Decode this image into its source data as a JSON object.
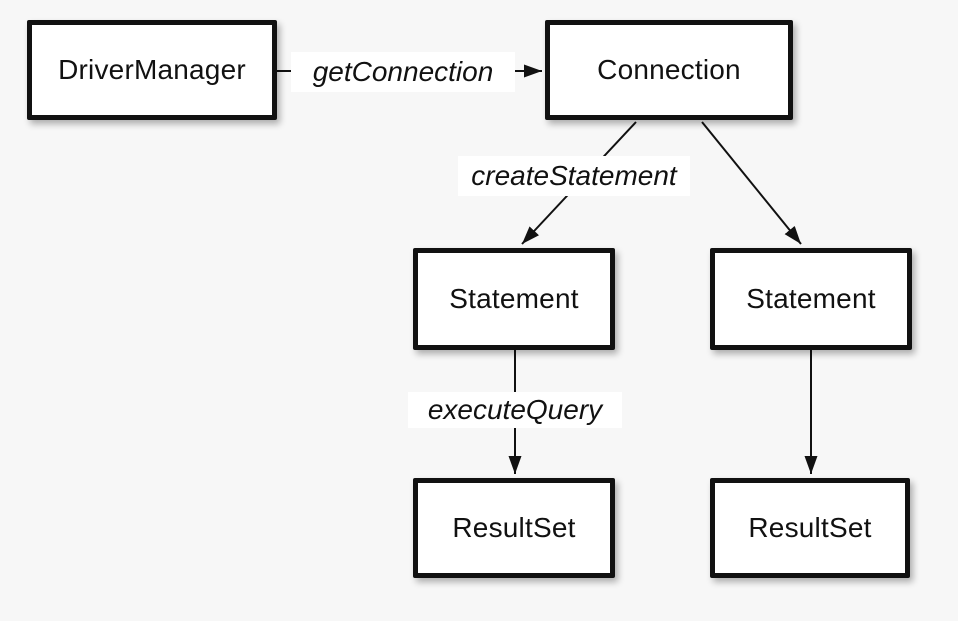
{
  "diagram": {
    "description": "JDBC object creation flow diagram",
    "colors": {
      "background": "#f7f7f7",
      "node_fill": "#ffffff",
      "node_border": "#111111",
      "line": "#111111",
      "text": "#111111",
      "label_background": "#ffffff"
    },
    "nodes": [
      {
        "id": "drivermanager",
        "label": "DriverManager"
      },
      {
        "id": "connection",
        "label": "Connection"
      },
      {
        "id": "statement-left",
        "label": "Statement"
      },
      {
        "id": "statement-right",
        "label": "Statement"
      },
      {
        "id": "resultset-left",
        "label": "ResultSet"
      },
      {
        "id": "resultset-right",
        "label": "ResultSet"
      }
    ],
    "edges": [
      {
        "from": "DriverManager",
        "to": "Connection",
        "label": "getConnection"
      },
      {
        "from": "Connection",
        "to": "Statement (left)",
        "label": "createStatement"
      },
      {
        "from": "Connection",
        "to": "Statement (right)",
        "label": ""
      },
      {
        "from": "Statement (left)",
        "to": "ResultSet (left)",
        "label": "executeQuery"
      },
      {
        "from": "Statement (right)",
        "to": "ResultSet (right)",
        "label": ""
      }
    ]
  }
}
